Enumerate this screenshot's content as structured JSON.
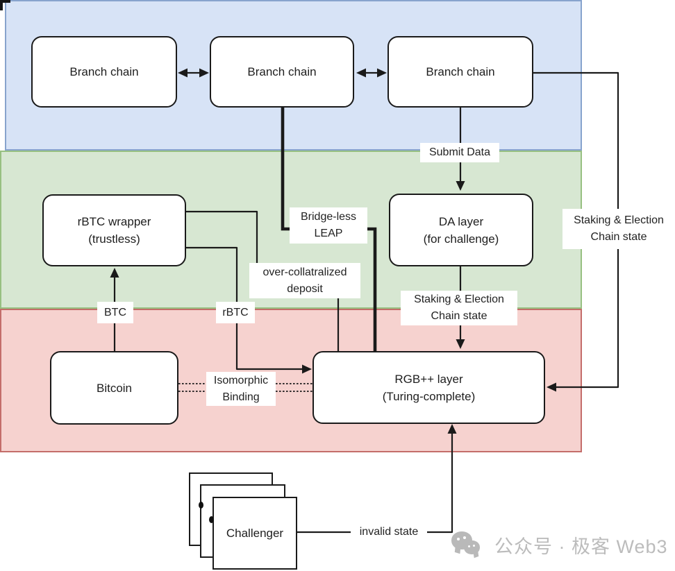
{
  "diagram": {
    "bands": {
      "branch_layer_fill": "#d7e3f6",
      "branch_layer_border": "#6c8ebf",
      "middle_layer_fill": "#d7e7d2",
      "middle_layer_border": "#82b366",
      "base_layer_fill": "#f6d2cf",
      "base_layer_border": "#b85450"
    },
    "nodes": {
      "branch_chain": "Branch chain",
      "rbtc_wrapper": {
        "line1": "rBTC wrapper",
        "line2": "(trustless)"
      },
      "da_layer": {
        "line1": "DA layer",
        "line2": "(for challenge)"
      },
      "rgb_layer": {
        "line1": "RGB++ layer",
        "line2": "(Turing-complete)"
      },
      "bitcoin": "Bitcoin",
      "challenger": "Challenger"
    },
    "edge_labels": {
      "submit_data": "Submit Data",
      "bridge_less": {
        "line1": "Bridge-less",
        "line2": "LEAP"
      },
      "over_collateralized": {
        "line1": "over-collatralized",
        "line2": "deposit"
      },
      "btc": "BTC",
      "rbtc": "rBTC",
      "staking_center": {
        "line1": "Staking & Election",
        "line2": "Chain state"
      },
      "staking_right": {
        "line1": "Staking & Election",
        "line2": "Chain state"
      },
      "isomorphic": {
        "line1": "Isomorphic",
        "line2": "Binding"
      },
      "invalid_state": "invalid state"
    },
    "watermark": {
      "icon": "wechat-icon",
      "text": "公众号 · 极客 Web3",
      "color": "#bcbcbc"
    }
  }
}
